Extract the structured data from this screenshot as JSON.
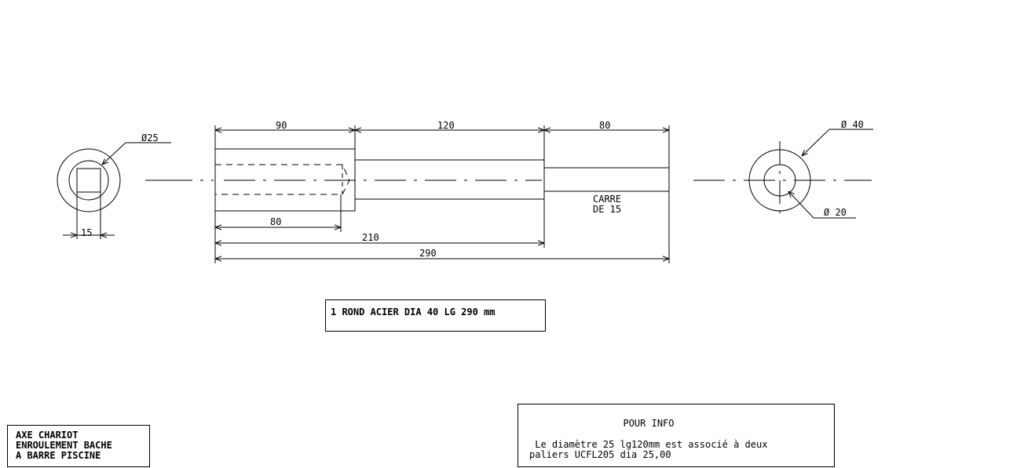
{
  "drawing": {
    "left_view": {
      "diameter_label": "Ø25",
      "square_label": "15"
    },
    "side_view": {
      "dims_top": [
        "90",
        "120",
        "80"
      ],
      "dims_bottom": [
        "80",
        "210",
        "290"
      ],
      "square_note": [
        "CARRE",
        "DE 15"
      ]
    },
    "right_view": {
      "outer_label": "Ø 40",
      "inner_label": "Ø 20"
    }
  },
  "material": "1 ROND ACIER DIA 40  LG 290 mm",
  "title_block": {
    "lines": [
      "AXE CHARIOT",
      "ENROULEMENT BACHE",
      "A BARRE PISCINE"
    ]
  },
  "info": {
    "title": "POUR INFO",
    "text": " Le diamètre 25 lg120mm est associé à deux\npaliers UCFL205 dia 25,00"
  }
}
